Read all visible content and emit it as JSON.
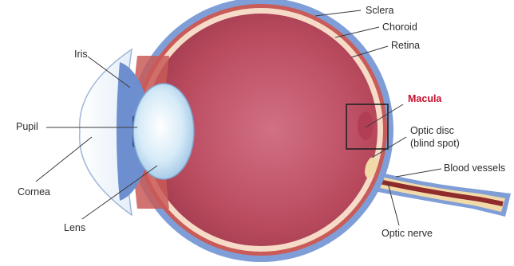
{
  "labels": {
    "sclera": "Sclera",
    "choroid": "Choroid",
    "retina": "Retina",
    "macula": "Macula",
    "optic_disc_line1": "Optic disc",
    "optic_disc_line2": "(blind spot)",
    "blood_vessels": "Blood vessels",
    "optic_nerve": "Optic nerve",
    "iris": "Iris",
    "pupil": "Pupil",
    "cornea": "Cornea",
    "lens": "Lens"
  },
  "colors": {
    "sclera": "#7f9ed8",
    "choroid": "#c95b58",
    "retina": "#f6dcc8",
    "vitreous": "#b94a5e",
    "macula_accent": "#c8102e",
    "nerve": "#f2d9a8",
    "vessel": "#8f2b2b",
    "lens": "#cfe6f6"
  }
}
